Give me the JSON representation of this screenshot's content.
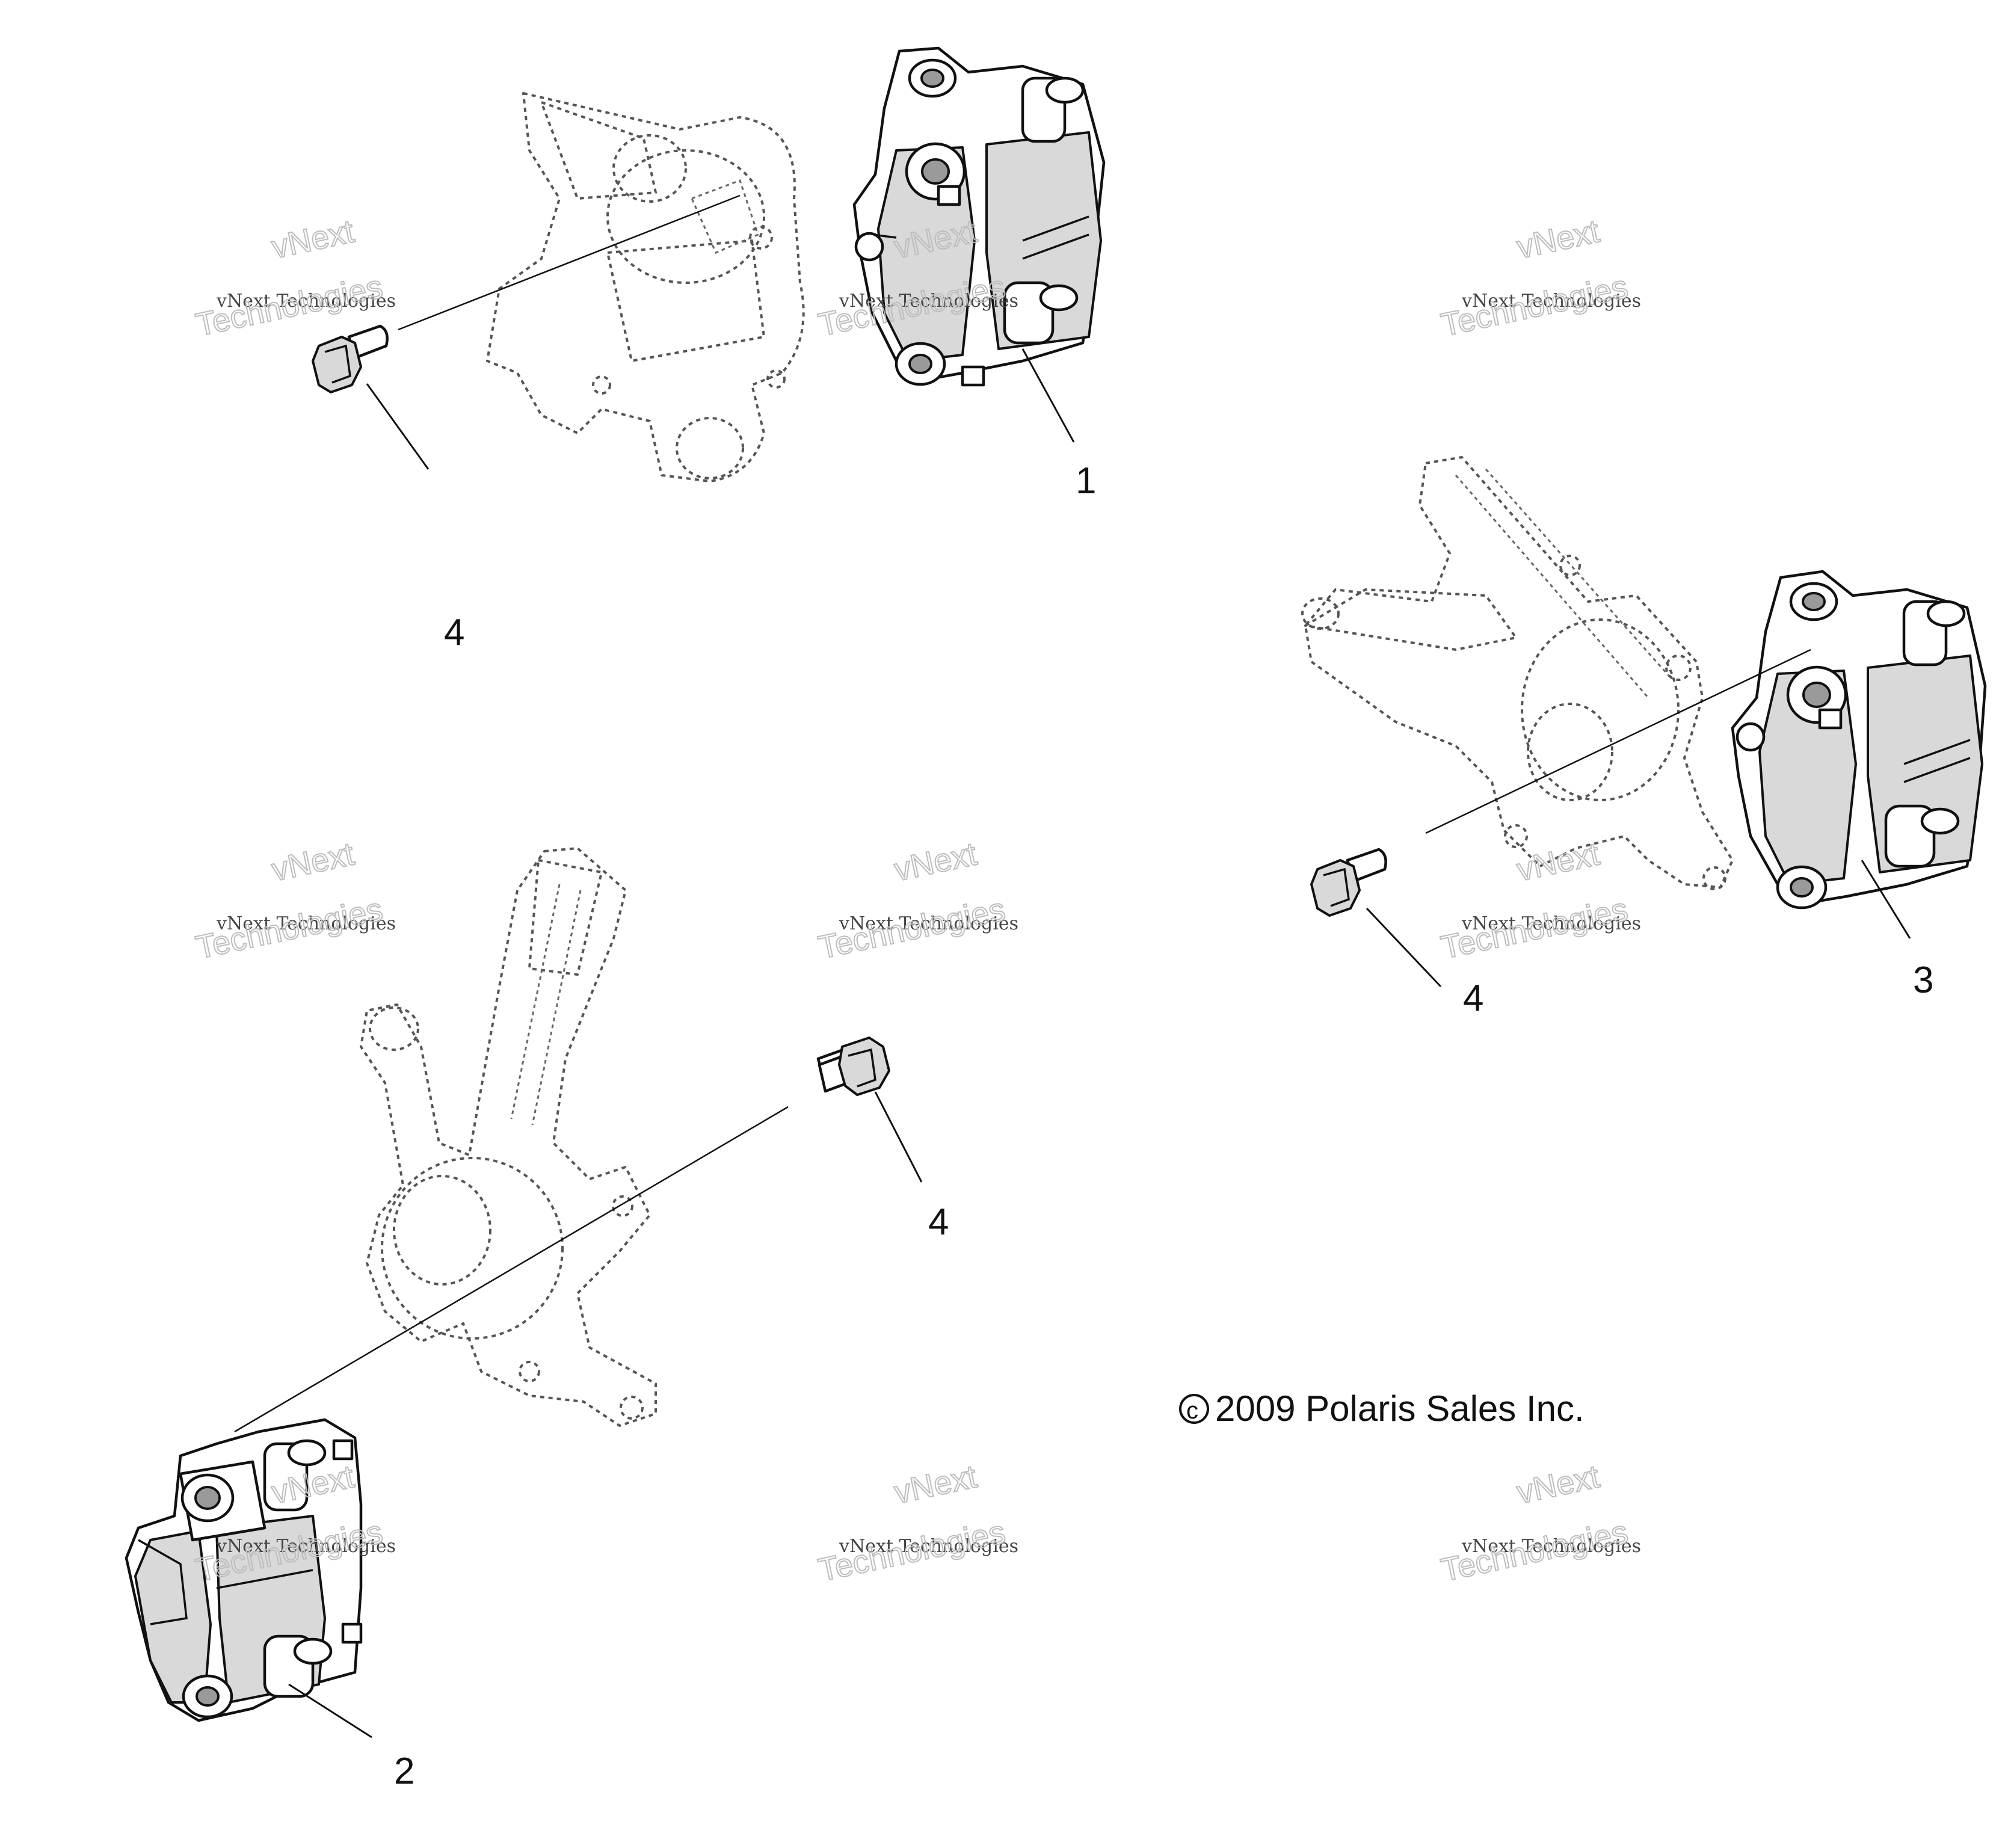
{
  "callouts": {
    "c1": "1",
    "c2": "2",
    "c3": "3",
    "c4a": "4",
    "c4b": "4",
    "c4c": "4"
  },
  "copyright": {
    "symbol": "c",
    "text": "2009 Polaris Sales Inc."
  },
  "watermark": {
    "line1": "vNext Technologies",
    "line2": "vNext",
    "line3": "Technologies"
  },
  "colors": {
    "line": "#111111",
    "ghost": "#555555",
    "shade": "#d9d9d9",
    "watermark": "#bdbdbd"
  }
}
